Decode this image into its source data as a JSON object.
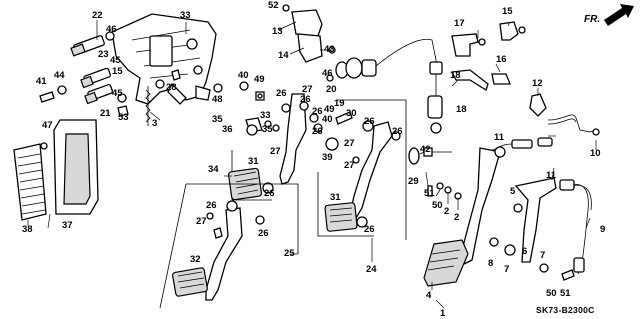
{
  "diagram_code": "SK73-B2300C",
  "front_indicator": "FR.",
  "callouts": [
    "1",
    "2",
    "3",
    "4",
    "5",
    "6",
    "7",
    "8",
    "9",
    "10",
    "11",
    "12",
    "13",
    "14",
    "15",
    "16",
    "17",
    "18",
    "19",
    "20",
    "21",
    "22",
    "23",
    "24",
    "25",
    "26",
    "27",
    "28",
    "29",
    "30",
    "31",
    "32",
    "33",
    "34",
    "35",
    "36",
    "37",
    "38",
    "39",
    "40",
    "41",
    "42",
    "43",
    "44",
    "45",
    "46",
    "47",
    "48",
    "49",
    "50",
    "51",
    "52",
    "53"
  ]
}
